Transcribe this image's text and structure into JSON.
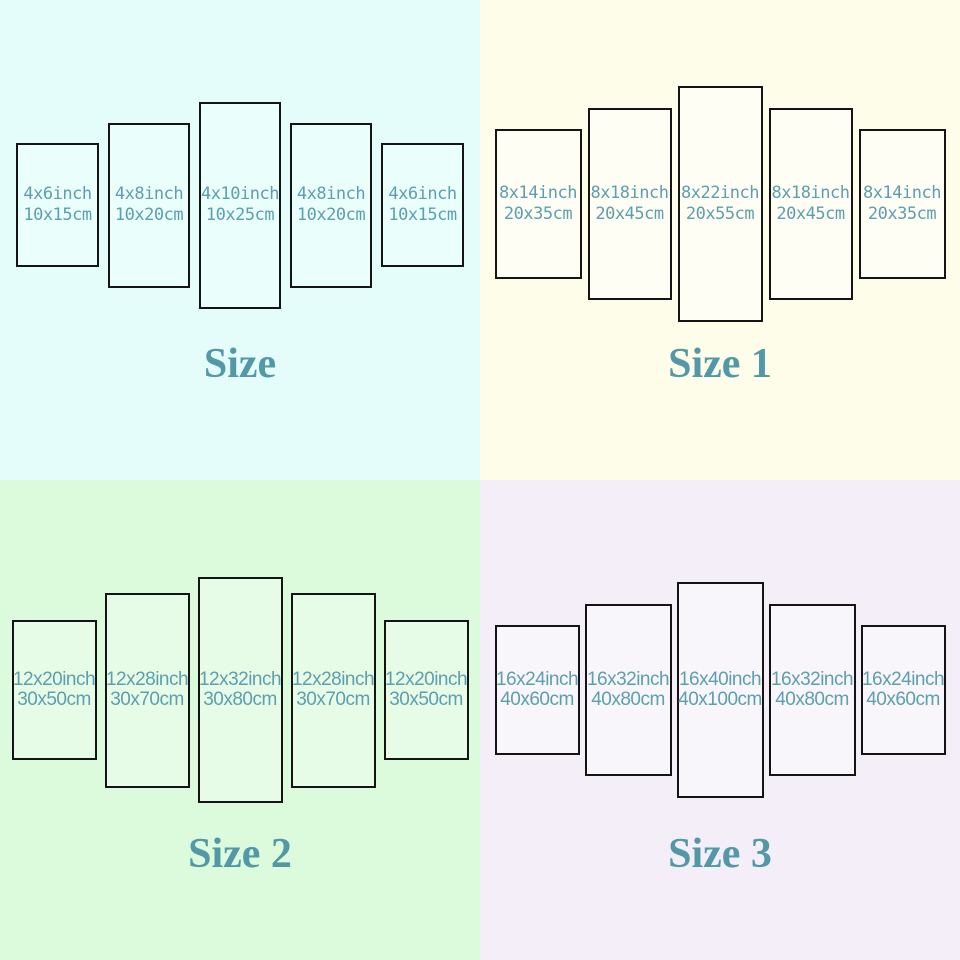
{
  "colors": {
    "q0-bg": "#e4fcfa",
    "q0-panel": "#eafefc",
    "q1-bg": "#fefde9",
    "q1-panel": "#fffef4",
    "q2-bg": "#dcfadc",
    "q2-panel": "#e6fce6",
    "q3-bg": "#f3eef8",
    "q3-panel": "#f8f5fb",
    "panel-border": "#141414",
    "label-text": "#5c9fae",
    "title-text": "#5298a6"
  },
  "quadrants": [
    {
      "title": "Size",
      "panels": [
        {
          "inch": "4x6inch",
          "cm": "10x15cm"
        },
        {
          "inch": "4x8inch",
          "cm": "10x20cm"
        },
        {
          "inch": "4x10inch",
          "cm": "10x25cm"
        },
        {
          "inch": "4x8inch",
          "cm": "10x20cm"
        },
        {
          "inch": "4x6inch",
          "cm": "10x15cm"
        }
      ]
    },
    {
      "title": "Size 1",
      "panels": [
        {
          "inch": "8x14inch",
          "cm": "20x35cm"
        },
        {
          "inch": "8x18inch",
          "cm": "20x45cm"
        },
        {
          "inch": "8x22inch",
          "cm": "20x55cm"
        },
        {
          "inch": "8x18inch",
          "cm": "20x45cm"
        },
        {
          "inch": "8x14inch",
          "cm": "20x35cm"
        }
      ]
    },
    {
      "title": "Size 2",
      "panels": [
        {
          "inch": "12x20inch",
          "cm": "30x50cm"
        },
        {
          "inch": "12x28inch",
          "cm": "30x70cm"
        },
        {
          "inch": "12x32inch",
          "cm": "30x80cm"
        },
        {
          "inch": "12x28inch",
          "cm": "30x70cm"
        },
        {
          "inch": "12x20inch",
          "cm": "30x50cm"
        }
      ]
    },
    {
      "title": "Size 3",
      "panels": [
        {
          "inch": "16x24inch",
          "cm": "40x60cm"
        },
        {
          "inch": "16x32inch",
          "cm": "40x80cm"
        },
        {
          "inch": "16x40inch",
          "cm": "40x100cm"
        },
        {
          "inch": "16x32inch",
          "cm": "40x80cm"
        },
        {
          "inch": "16x24inch",
          "cm": "40x60cm"
        }
      ]
    }
  ]
}
